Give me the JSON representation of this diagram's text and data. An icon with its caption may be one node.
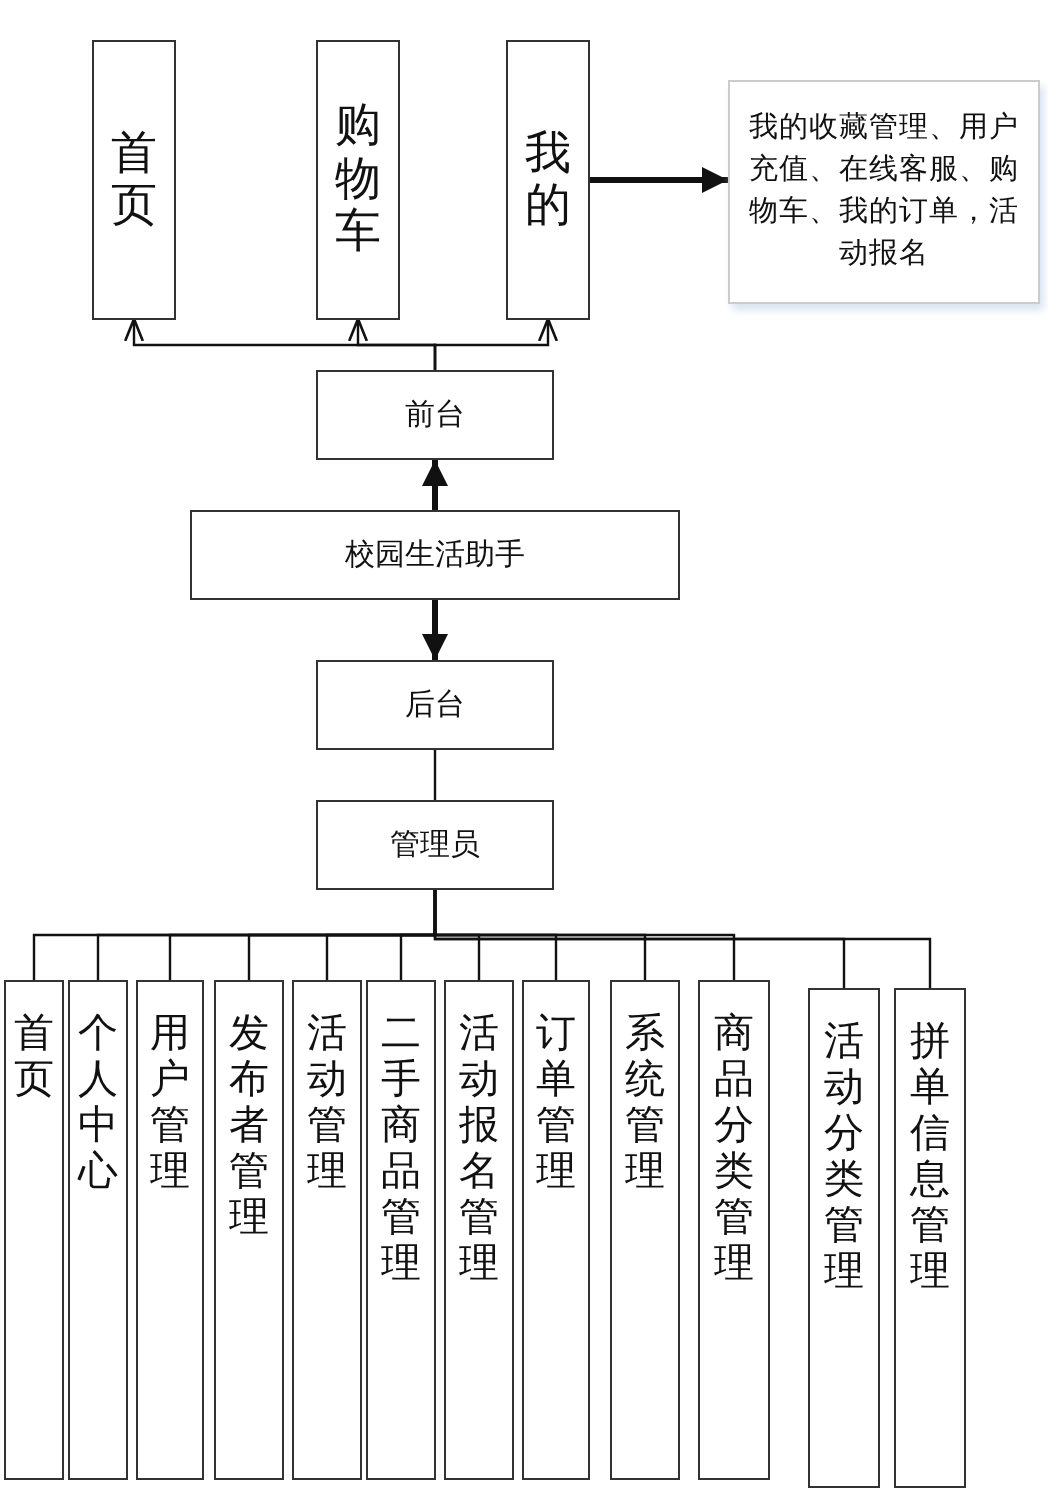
{
  "diagram": {
    "nodes": [
      {
        "text": [
          "首页"
        ]
      },
      {
        "text": [
          "购物车"
        ]
      },
      {
        "text": [
          "我的"
        ]
      },
      {
        "text": [
          "我的收藏管理、用户充值、在线客服、购物车、我的订单，活动报名"
        ]
      },
      {
        "text": [
          "前台"
        ]
      },
      {
        "text": [
          "校园生活助手"
        ]
      },
      {
        "text": [
          "后台"
        ]
      },
      {
        "text": [
          "管理员"
        ]
      },
      {
        "text": [
          "首页"
        ]
      },
      {
        "text": [
          "个人中心"
        ]
      },
      {
        "text": [
          "用户管理"
        ]
      },
      {
        "text": [
          "发布者管理"
        ]
      },
      {
        "text": [
          "活动管理"
        ]
      },
      {
        "text": [
          "二手商品管理"
        ]
      },
      {
        "text": [
          "活动报名管理"
        ]
      },
      {
        "text": [
          "订单管理"
        ]
      },
      {
        "text": [
          "系统管理"
        ]
      },
      {
        "text": [
          "商品分类管理"
        ]
      },
      {
        "text": [
          "活动分类管理"
        ]
      },
      {
        "text": [
          "拼单信息管理"
        ]
      }
    ],
    "edges": [
      {
        "from": 4,
        "to": 0,
        "arrow": "to"
      },
      {
        "from": 4,
        "to": 1,
        "arrow": "to"
      },
      {
        "from": 4,
        "to": 2,
        "arrow": "to"
      },
      {
        "from": 2,
        "to": 3,
        "arrow": "to",
        "style": "thick"
      },
      {
        "from": 5,
        "to": 4,
        "arrow": "to",
        "style": "thick"
      },
      {
        "from": 5,
        "to": 6,
        "arrow": "to",
        "style": "thick"
      },
      {
        "from": 6,
        "to": 7,
        "arrow": "none"
      },
      {
        "from": 7,
        "to": 8,
        "arrow": "none"
      },
      {
        "from": 7,
        "to": 9,
        "arrow": "none"
      },
      {
        "from": 7,
        "to": 10,
        "arrow": "none"
      },
      {
        "from": 7,
        "to": 11,
        "arrow": "none"
      },
      {
        "from": 7,
        "to": 12,
        "arrow": "none"
      },
      {
        "from": 7,
        "to": 13,
        "arrow": "none"
      },
      {
        "from": 7,
        "to": 14,
        "arrow": "none"
      },
      {
        "from": 7,
        "to": 15,
        "arrow": "none"
      },
      {
        "from": 7,
        "to": 16,
        "arrow": "none"
      },
      {
        "from": 7,
        "to": 17,
        "arrow": "none"
      },
      {
        "from": 7,
        "to": 18,
        "arrow": "none"
      },
      {
        "from": 7,
        "to": 19,
        "arrow": "none"
      }
    ]
  }
}
